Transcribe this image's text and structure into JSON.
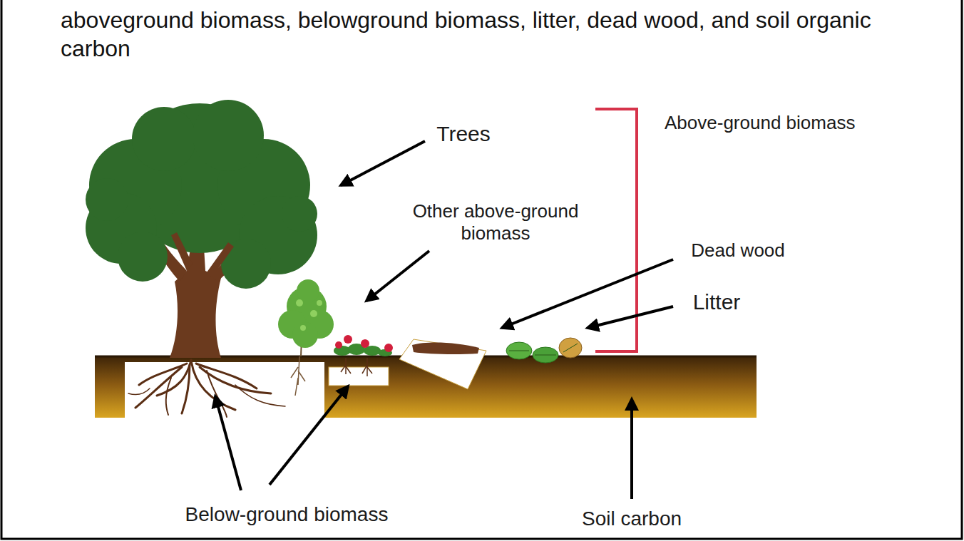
{
  "diagram": {
    "title": "aboveground biomass, belowground biomass, litter, dead wood, and soil organic carbon",
    "labels": [
      "Trees",
      "Other above-ground biomass",
      "Dead wood",
      "Litter",
      "Above-ground biomass",
      "Below-ground biomass",
      "Soil carbon"
    ]
  }
}
